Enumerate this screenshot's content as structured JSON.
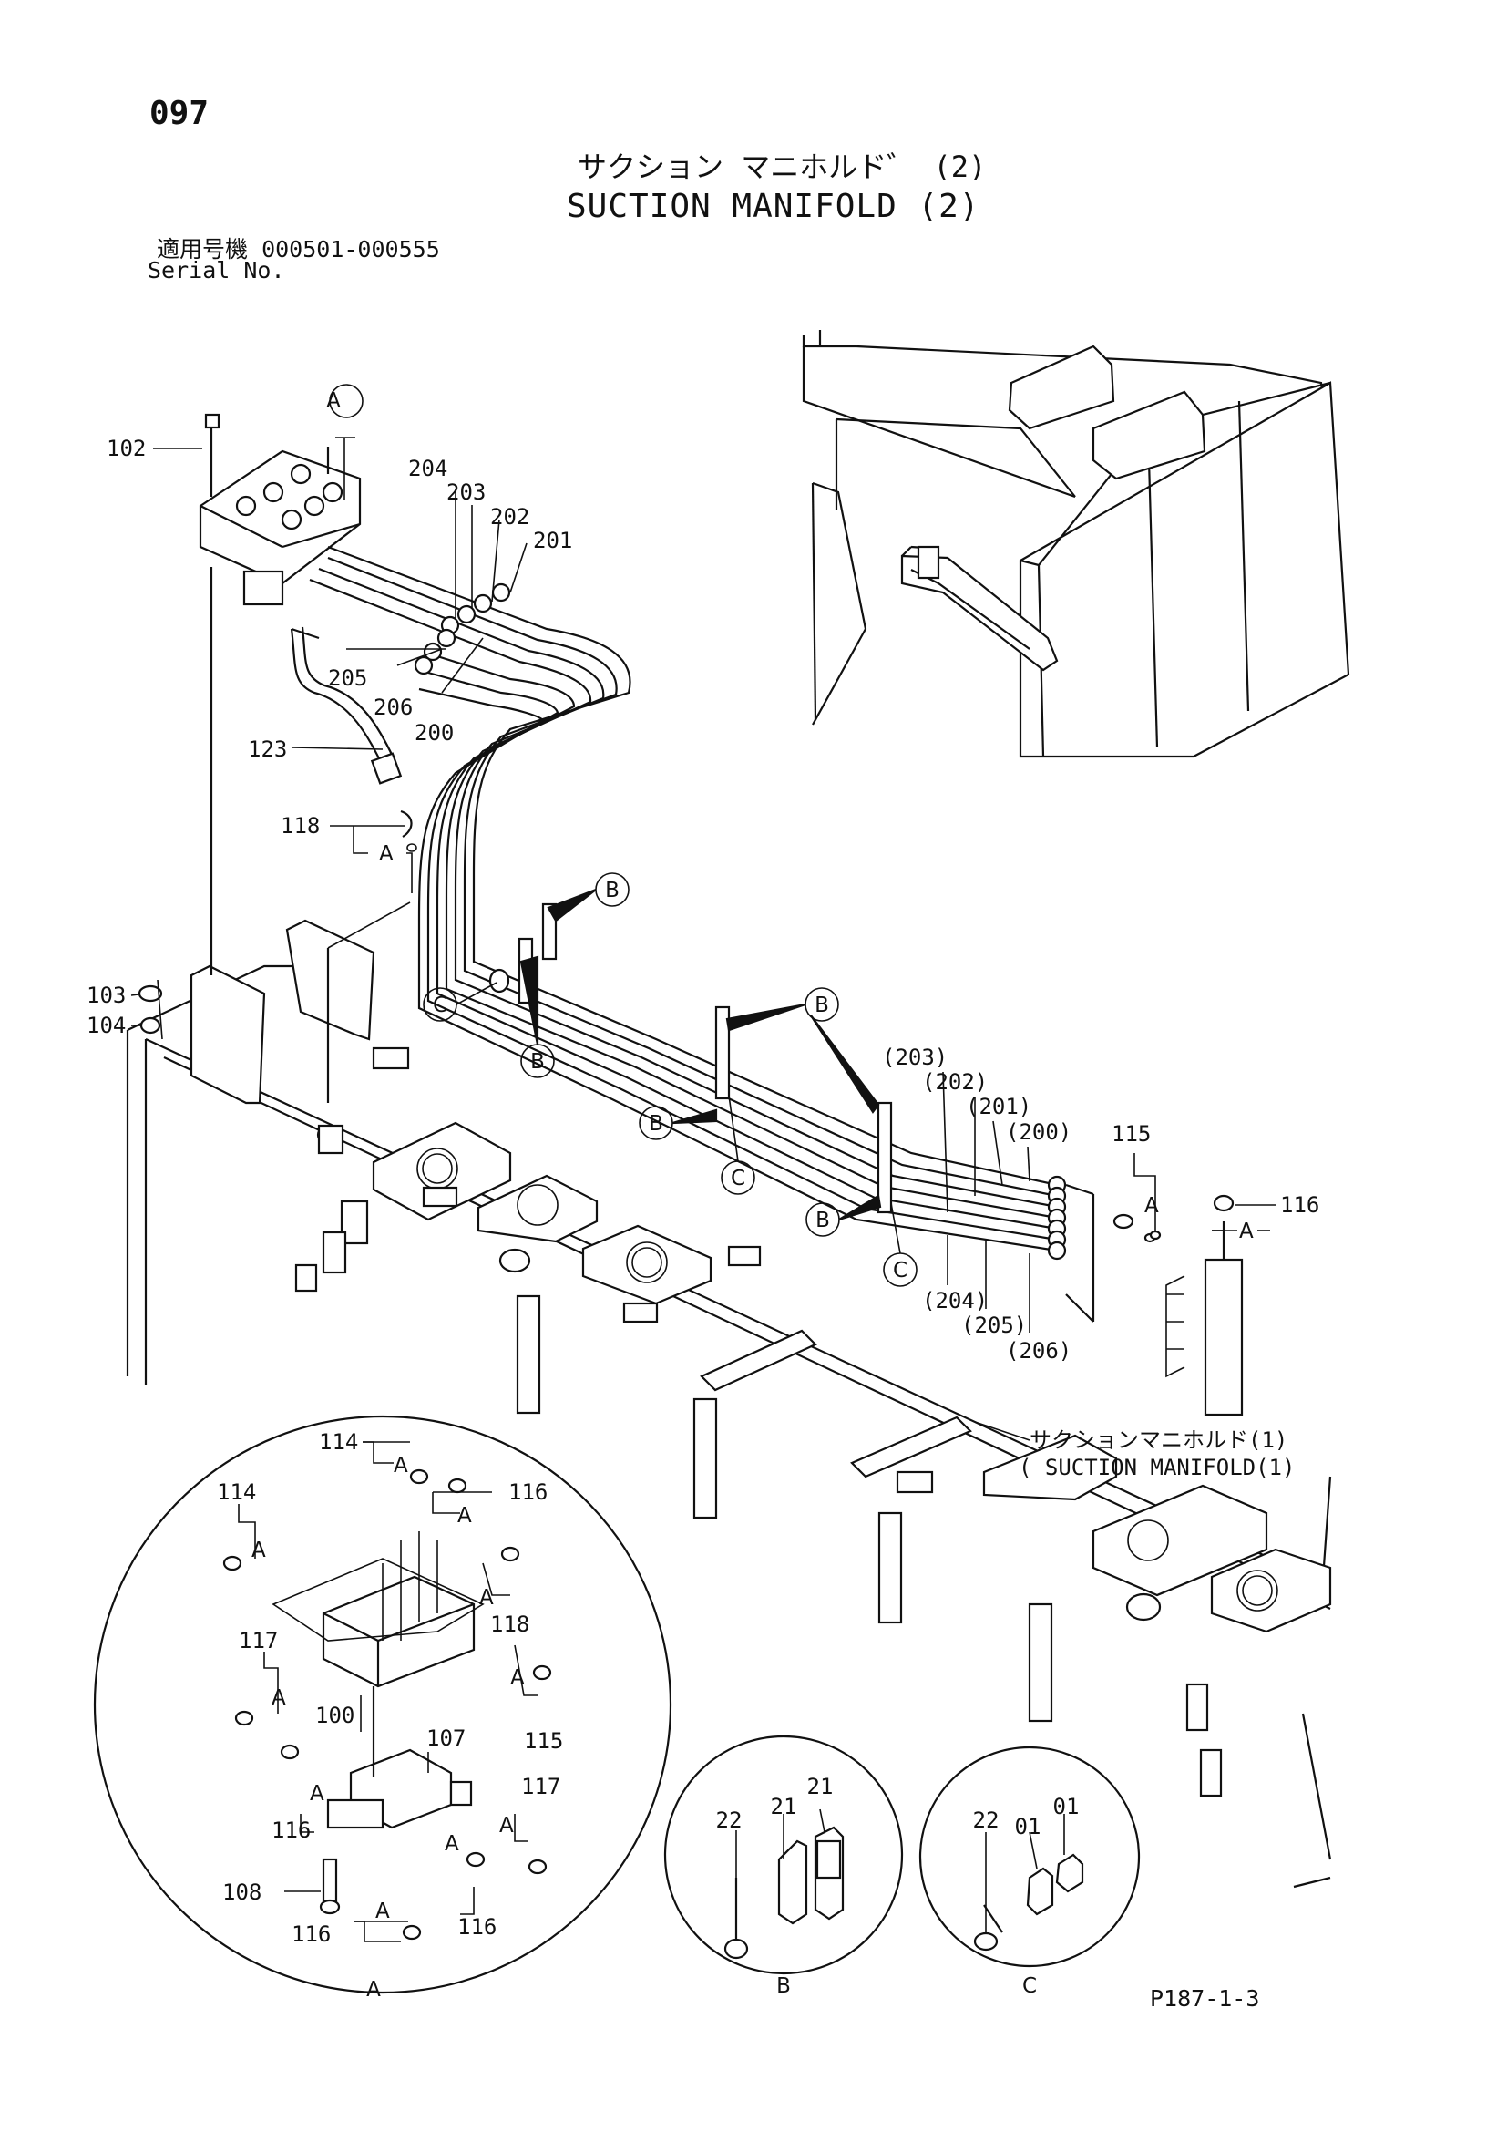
{
  "page_number": "097",
  "title_jp": "サクション マニホルド゛ (2)",
  "title_en": "SUCTION MANIFOLD (2)",
  "serial_label_jp": "適用号機",
  "serial_range": "000501-000555",
  "serial_label_en": "Serial No.",
  "footer_code": "P187-1-3",
  "callouts": {
    "c102": "102",
    "c204": "204",
    "c203": "203",
    "c202": "202",
    "c201": "201",
    "c205": "205",
    "c206": "206",
    "c200": "200",
    "c123": "123",
    "c118": "118",
    "c103": "103",
    "c104": "104",
    "p203": "(203)",
    "p202": "(202)",
    "p201": "(201)",
    "p200": "(200)",
    "p204": "(204)",
    "p205": "(205)",
    "p206": "(206)",
    "c115": "115",
    "c116": "116"
  },
  "ref_letters": {
    "a": "A",
    "b": "B",
    "c": "C"
  },
  "label_manifold1_jp": "サクションマニホルド(1)",
  "label_manifold1_en": "( SUCTION  MANIFOLD(1)",
  "detail_a": {
    "c114a": "114",
    "c114b": "114",
    "c116a": "116",
    "c118": "118",
    "c117a": "117",
    "c100": "100",
    "c107": "107",
    "c115": "115",
    "c116b": "116",
    "c117b": "117",
    "c108": "108",
    "c116c": "116",
    "c116d": "116",
    "caption": "A"
  },
  "detail_b": {
    "c22": "22",
    "c21a": "21",
    "c21b": "21",
    "caption": "B"
  },
  "detail_c": {
    "c22": "22",
    "c01a": "01",
    "c01b": "01",
    "caption": "C"
  }
}
